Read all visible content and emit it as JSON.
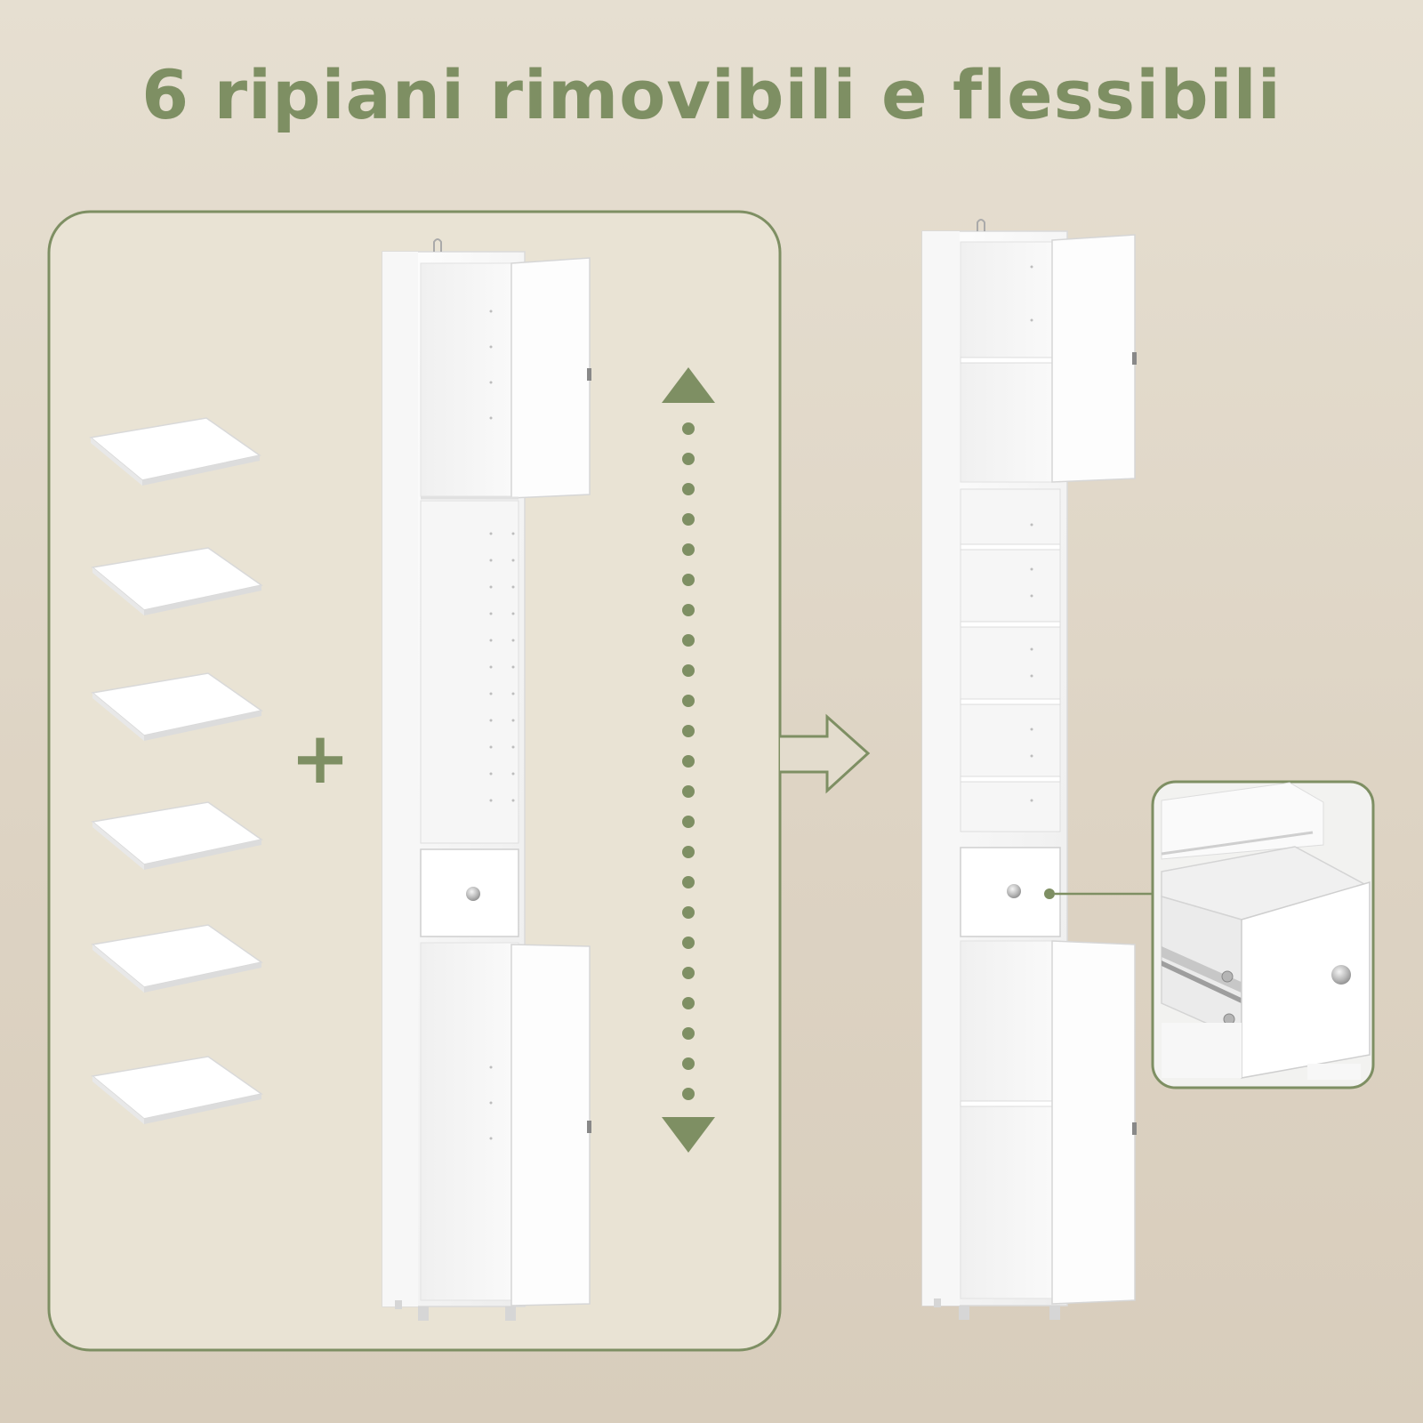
{
  "title": "6 ripiani rimovibili e flessibili",
  "colors": {
    "accent": "#7e8f63",
    "panel_background": "#e9e3d4",
    "cabinet_white": "#ffffff",
    "background": "#e2d9c9"
  },
  "icons": {
    "plus": "+",
    "vertical_arrow": "double-headed-dotted-arrow",
    "right_arrow": "outline-right-arrow"
  },
  "shelf_count": 6
}
